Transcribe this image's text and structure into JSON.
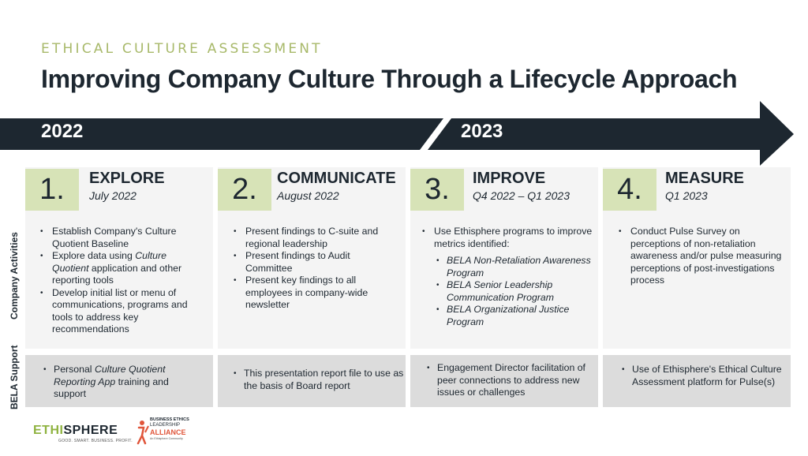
{
  "header": {
    "eyebrow": "ETHICAL CULTURE ASSESSMENT",
    "title": "Improving Company Culture Through a Lifecycle Approach"
  },
  "timeline": {
    "years": [
      "2022",
      "2023"
    ],
    "color": "#1d2730"
  },
  "row_labels": {
    "activities": "Company Activities",
    "support": "BELA Support"
  },
  "phases": [
    {
      "number": "1.",
      "name": "EXPLORE",
      "date": "July 2022",
      "activities": [
        {
          "parts": [
            {
              "t": "Establish Company's Culture Quotient Baseline",
              "i": false
            }
          ]
        },
        {
          "parts": [
            {
              "t": "Explore data using ",
              "i": false
            },
            {
              "t": "Culture Quotient",
              "i": true
            },
            {
              "t": " application and other reporting tools",
              "i": false
            }
          ]
        },
        {
          "parts": [
            {
              "t": "Develop initial list or menu of communications, programs and tools to address key recommendations",
              "i": false
            }
          ]
        }
      ],
      "support": [
        {
          "parts": [
            {
              "t": "Personal ",
              "i": false
            },
            {
              "t": "Culture Quotient Reporting App",
              "i": true
            },
            {
              "t": " training and support",
              "i": false
            }
          ]
        }
      ]
    },
    {
      "number": "2.",
      "name": "COMMUNICATE",
      "date": "August 2022",
      "activities": [
        {
          "parts": [
            {
              "t": "Present findings to C-suite and regional leadership",
              "i": false
            }
          ]
        },
        {
          "parts": [
            {
              "t": "Present findings to Audit Committee",
              "i": false
            }
          ]
        },
        {
          "parts": [
            {
              "t": "Present key findings to all employees in company-wide newsletter",
              "i": false
            }
          ]
        }
      ],
      "support": [
        {
          "parts": [
            {
              "t": "This presentation report file to use as the basis of Board report",
              "i": false
            }
          ]
        }
      ]
    },
    {
      "number": "3.",
      "name": "IMPROVE",
      "date": "Q4 2022 – Q1 2023",
      "activities": [
        {
          "parts": [
            {
              "t": "Use Ethisphere programs to improve metrics identified:",
              "i": false
            }
          ],
          "sub": [
            "BELA Non-Retaliation Awareness Program",
            "BELA Senior Leadership Communication Program",
            "BELA Organizational Justice Program"
          ]
        }
      ],
      "support": [
        {
          "parts": [
            {
              "t": "Engagement Director facilitation of peer connections to address new issues or challenges",
              "i": false
            }
          ]
        }
      ]
    },
    {
      "number": "4.",
      "name": "MEASURE",
      "date": "Q1 2023",
      "activities": [
        {
          "parts": [
            {
              "t": "Conduct Pulse Survey on perceptions of non-retaliation awareness and/or pulse measuring perceptions of post-investigations process",
              "i": false
            }
          ]
        }
      ],
      "support": [
        {
          "parts": [
            {
              "t": "Use of Ethisphere's Ethical Culture Assessment platform for Pulse(s)",
              "i": false
            }
          ]
        }
      ]
    }
  ],
  "logos": {
    "ethisphere_green": "ETHI",
    "ethisphere_dark": "SPHERE",
    "ethisphere_tagline": "GOOD. SMART. BUSINESS. PROFIT.",
    "bela_line1": "BUSINESS ETHICS",
    "bela_line2": "LEADERSHIP",
    "bela_line3": "ALLIANCE",
    "bela_line4": "An Ethisphere Community"
  },
  "colors": {
    "accent_green": "#a8b96a",
    "number_box": "#d7e3b7",
    "dark": "#1d2730",
    "activity_bg": "#f4f4f4",
    "support_bg": "#dcdcdc",
    "bela_orange": "#e0553a"
  }
}
